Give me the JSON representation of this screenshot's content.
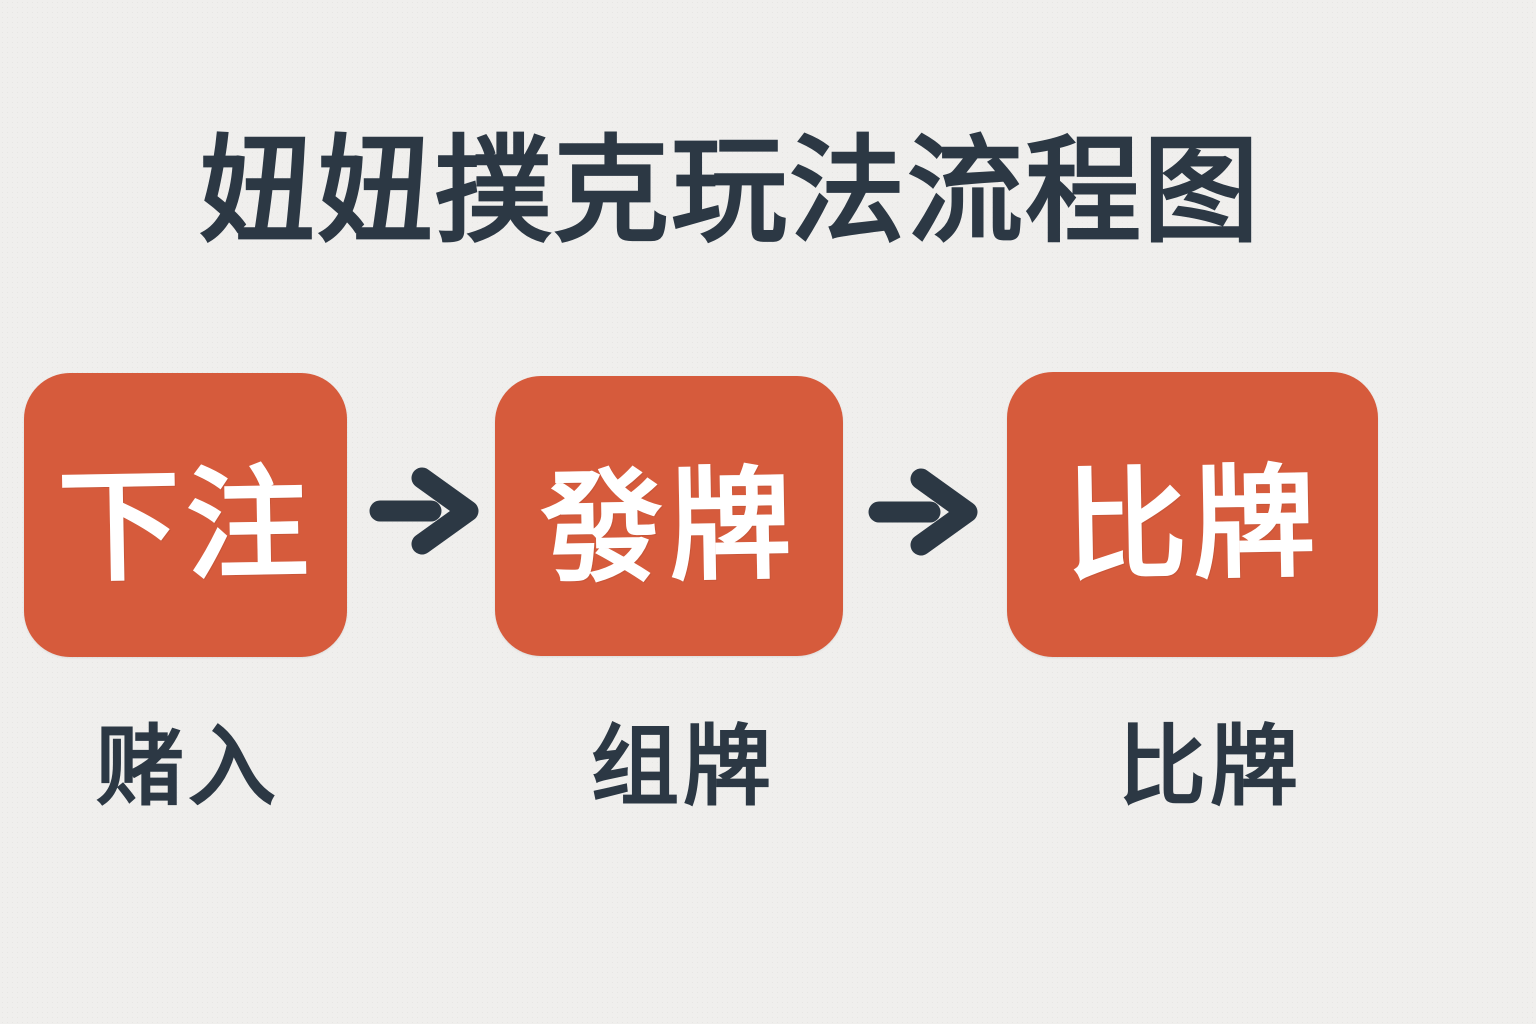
{
  "colors": {
    "background": "#f0efed",
    "box_fill": "#d65b3c",
    "ink": "#2c3844",
    "box_text": "#ffffff"
  },
  "title": "妞妞撲克玩法流程图",
  "flow": {
    "steps": [
      {
        "label": "下注",
        "caption": "赌入"
      },
      {
        "label": "發牌",
        "caption": "组牌"
      },
      {
        "label": "比牌",
        "caption": "比牌"
      }
    ]
  }
}
